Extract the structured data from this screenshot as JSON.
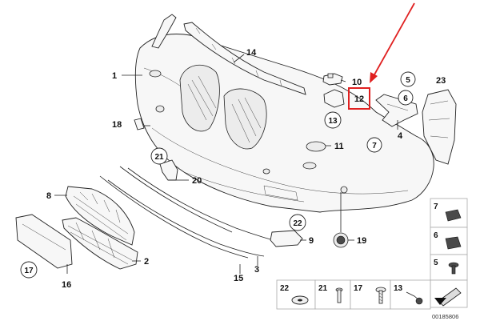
{
  "callouts": {
    "c1": "1",
    "c2": "2",
    "c3": "3",
    "c4": "4",
    "c5": "5",
    "c6": "6",
    "c7": "7",
    "c8": "8",
    "c9": "9",
    "c10": "10",
    "c11": "11",
    "c12": "12",
    "c13": "13",
    "c14": "14",
    "c15": "15",
    "c16": "16",
    "c17": "17",
    "c18": "18",
    "c19": "19",
    "c20": "20",
    "c21": "21",
    "c22": "22",
    "c23": "23"
  },
  "legend": {
    "k7": "7",
    "k6": "6",
    "k5": "5",
    "k22": "22",
    "k21": "21",
    "k17": "17",
    "k13": "13"
  },
  "diagram_number": "00185806",
  "highlight_color": "#e02020"
}
